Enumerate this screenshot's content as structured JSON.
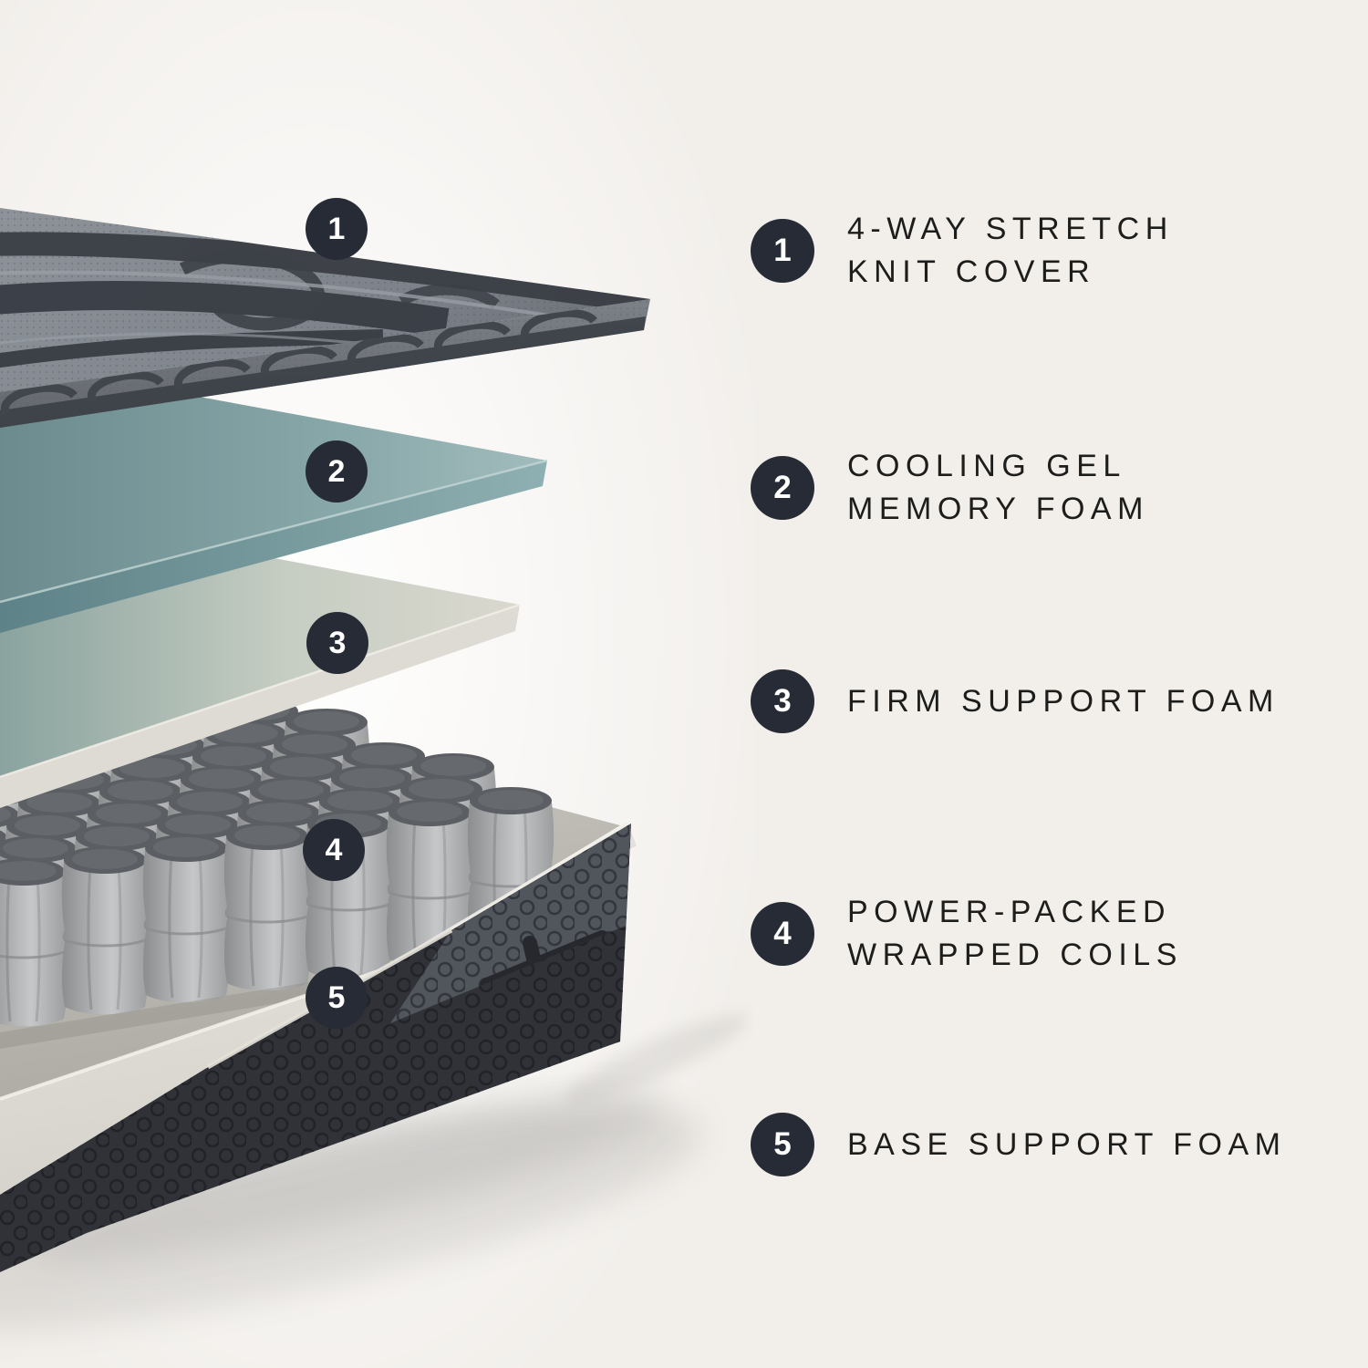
{
  "page": {
    "background_color": "#f2efeb",
    "badge_color": "#262b35",
    "badge_text_color": "#ffffff",
    "legend_text_color": "#1d1d1b"
  },
  "figure": {
    "type": "exploded-mattress-layers",
    "badges": [
      {
        "num": "1"
      },
      {
        "num": "2"
      },
      {
        "num": "3"
      },
      {
        "num": "4"
      },
      {
        "num": "5"
      }
    ],
    "layers": [
      {
        "num": "1",
        "name": "4-way stretch knit cover",
        "main_color": "#878c93",
        "accent_color": "#3a3e45"
      },
      {
        "num": "2",
        "name": "cooling gel memory foam",
        "main_color": "#7da0a3",
        "side_color": "#6a8f93"
      },
      {
        "num": "3",
        "name": "firm support foam",
        "main_color": "#c2cabf",
        "side_color": "#dcd9d2"
      },
      {
        "num": "4",
        "name": "power-packed wrapped coils",
        "main_color": "#a3a5a7",
        "coil_top_color": "#5b5e63"
      },
      {
        "num": "5",
        "name": "base support foam",
        "foam_color": "#d9d6cf",
        "cover_color": "#34373d"
      }
    ]
  },
  "legend": {
    "items": [
      {
        "num": "1",
        "lines": [
          "4-WAY STRETCH",
          "KNIT COVER"
        ]
      },
      {
        "num": "2",
        "lines": [
          "COOLING GEL",
          "MEMORY FOAM"
        ]
      },
      {
        "num": "3",
        "lines": [
          "FIRM SUPPORT FOAM"
        ]
      },
      {
        "num": "4",
        "lines": [
          "POWER-PACKED",
          "WRAPPED COILS"
        ]
      },
      {
        "num": "5",
        "lines": [
          "BASE SUPPORT FOAM"
        ]
      }
    ]
  }
}
